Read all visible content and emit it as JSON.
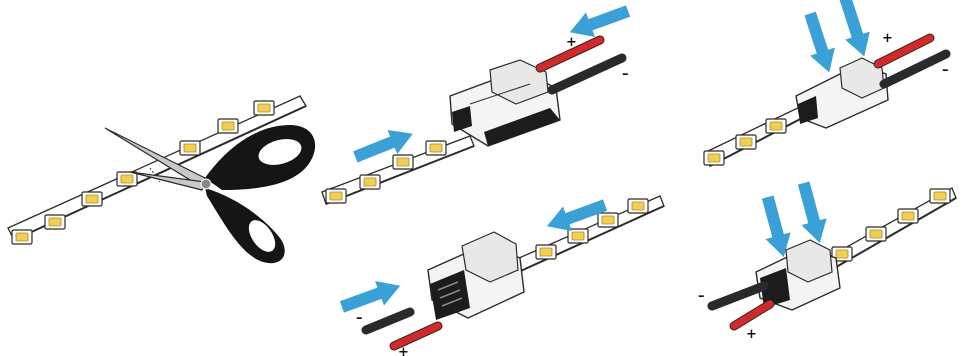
{
  "colors": {
    "strip": "#ffffff",
    "strip_outline": "#2b2b2b",
    "led_body": "#ffffff",
    "led_chip": "#f2cf52",
    "arrow": "#3aa0d8",
    "wire_positive": "#d62828",
    "wire_negative": "#2a2a2a",
    "connector_body": "#f4f4f4",
    "connector_dark": "#1c1c1c",
    "scissors_handle": "#151515",
    "scissors_blade": "#c9c9c9"
  },
  "icons": {
    "scissors": "scissors-icon",
    "arrow": "push-arrow-icon"
  },
  "steps": [
    {
      "id": "step-1-cut",
      "wires": []
    },
    {
      "id": "step-2-insert-strip",
      "wires": [
        {
          "polarity": "positive",
          "label": "+"
        },
        {
          "polarity": "negative",
          "label": "–"
        }
      ]
    },
    {
      "id": "step-3-press-strip",
      "wires": [
        {
          "polarity": "positive",
          "label": "+"
        },
        {
          "polarity": "negative",
          "label": "–"
        }
      ]
    },
    {
      "id": "step-4-insert-wires",
      "wires": [
        {
          "polarity": "negative",
          "label": "–"
        },
        {
          "polarity": "positive",
          "label": "+"
        }
      ]
    },
    {
      "id": "step-5-press-wires",
      "wires": [
        {
          "polarity": "negative",
          "label": "–"
        },
        {
          "polarity": "positive",
          "label": "+"
        }
      ]
    }
  ]
}
